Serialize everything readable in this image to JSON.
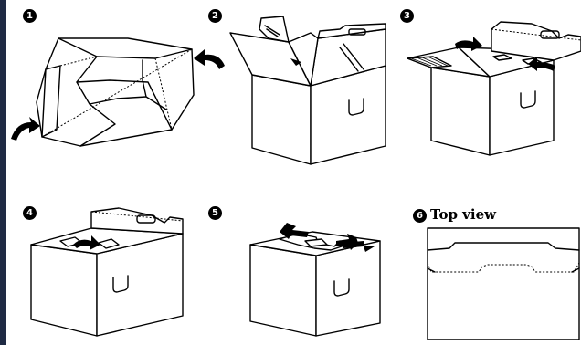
{
  "steps": [
    {
      "number": "1"
    },
    {
      "number": "2"
    },
    {
      "number": "3"
    },
    {
      "number": "4"
    },
    {
      "number": "5"
    },
    {
      "number": "6",
      "caption": "Top view"
    }
  ]
}
